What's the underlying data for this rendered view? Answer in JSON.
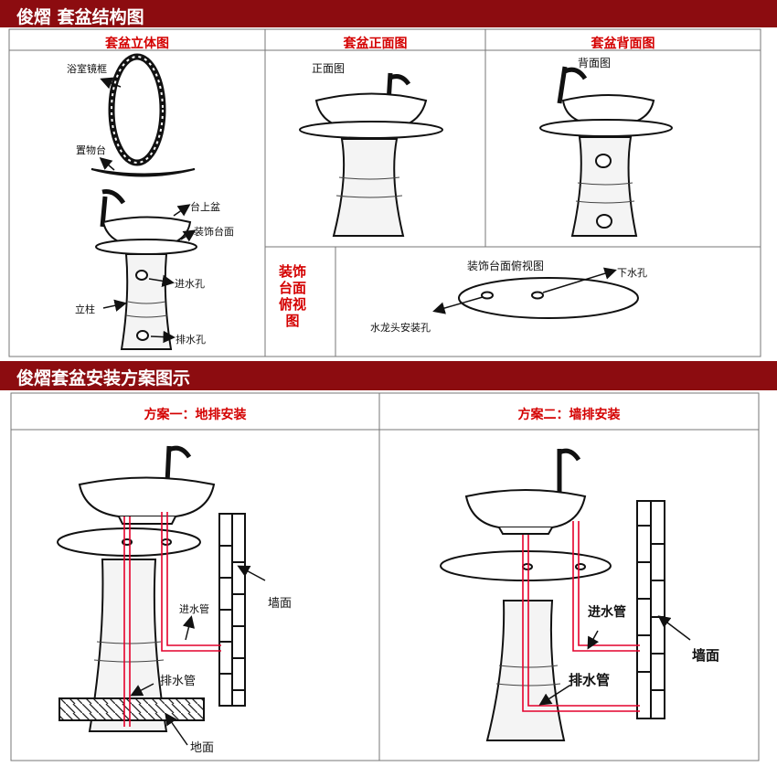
{
  "section1": {
    "title": "俊熠 套盆结构图",
    "tab_3d": "套盆立体图",
    "tab_front": "套盆正面图",
    "tab_back": "套盆背面图",
    "side_title": "装饰台面俯视图",
    "labels": {
      "mirror": "浴室镜框",
      "shelf": "置物台",
      "basin": "台上盆",
      "deco": "装饰台面",
      "inlet_hole": "进水孔",
      "pillar": "立柱",
      "drain_hole": "排水孔",
      "front": "正面图",
      "back": "背面图",
      "top_view": "装饰台面俯视图",
      "drain": "下水孔",
      "faucet_hole": "水龙头安装孔"
    }
  },
  "section2": {
    "title": "俊熠套盆安装方案图示",
    "plan1": "方案一：地排安装",
    "plan2": "方案二：墙排安装",
    "labels1": {
      "wall": "墙面",
      "inlet": "进水管",
      "drain": "排水管",
      "floor": "地面"
    },
    "labels2": {
      "wall": "墙面",
      "inlet": "进水管",
      "drain": "排水管"
    }
  },
  "colors": {
    "banner": "#8c0c10",
    "title_red": "#d40000",
    "pipe": "#e4002b"
  }
}
